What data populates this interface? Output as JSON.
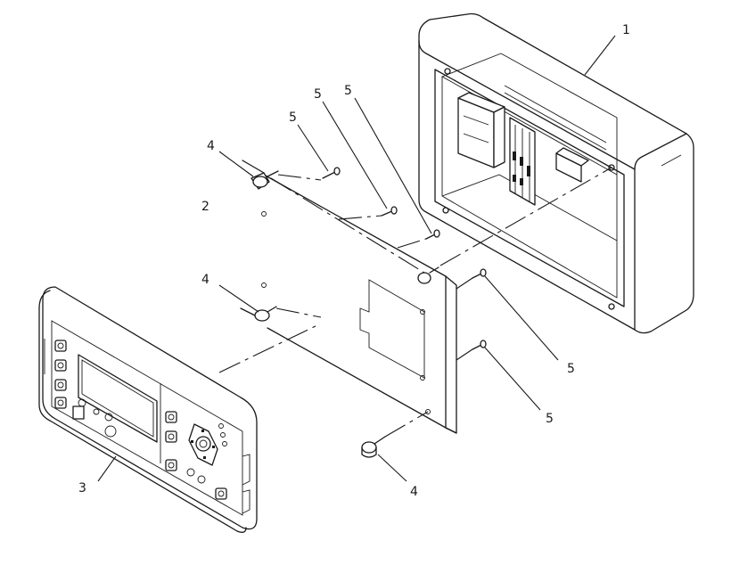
{
  "callouts": {
    "c1": "1",
    "c2": "2",
    "c3": "3",
    "c4a": "4",
    "c4b": "4",
    "c4c": "4",
    "c5a": "5",
    "c5b": "5",
    "c5c": "5",
    "c5d": "5",
    "c5e": "5"
  },
  "parts": [
    {
      "icon": "enclosure-box"
    },
    {
      "icon": "mounting-plate"
    },
    {
      "icon": "control-panel"
    },
    {
      "icon": "standoff-bolt"
    },
    {
      "icon": "screw"
    }
  ]
}
